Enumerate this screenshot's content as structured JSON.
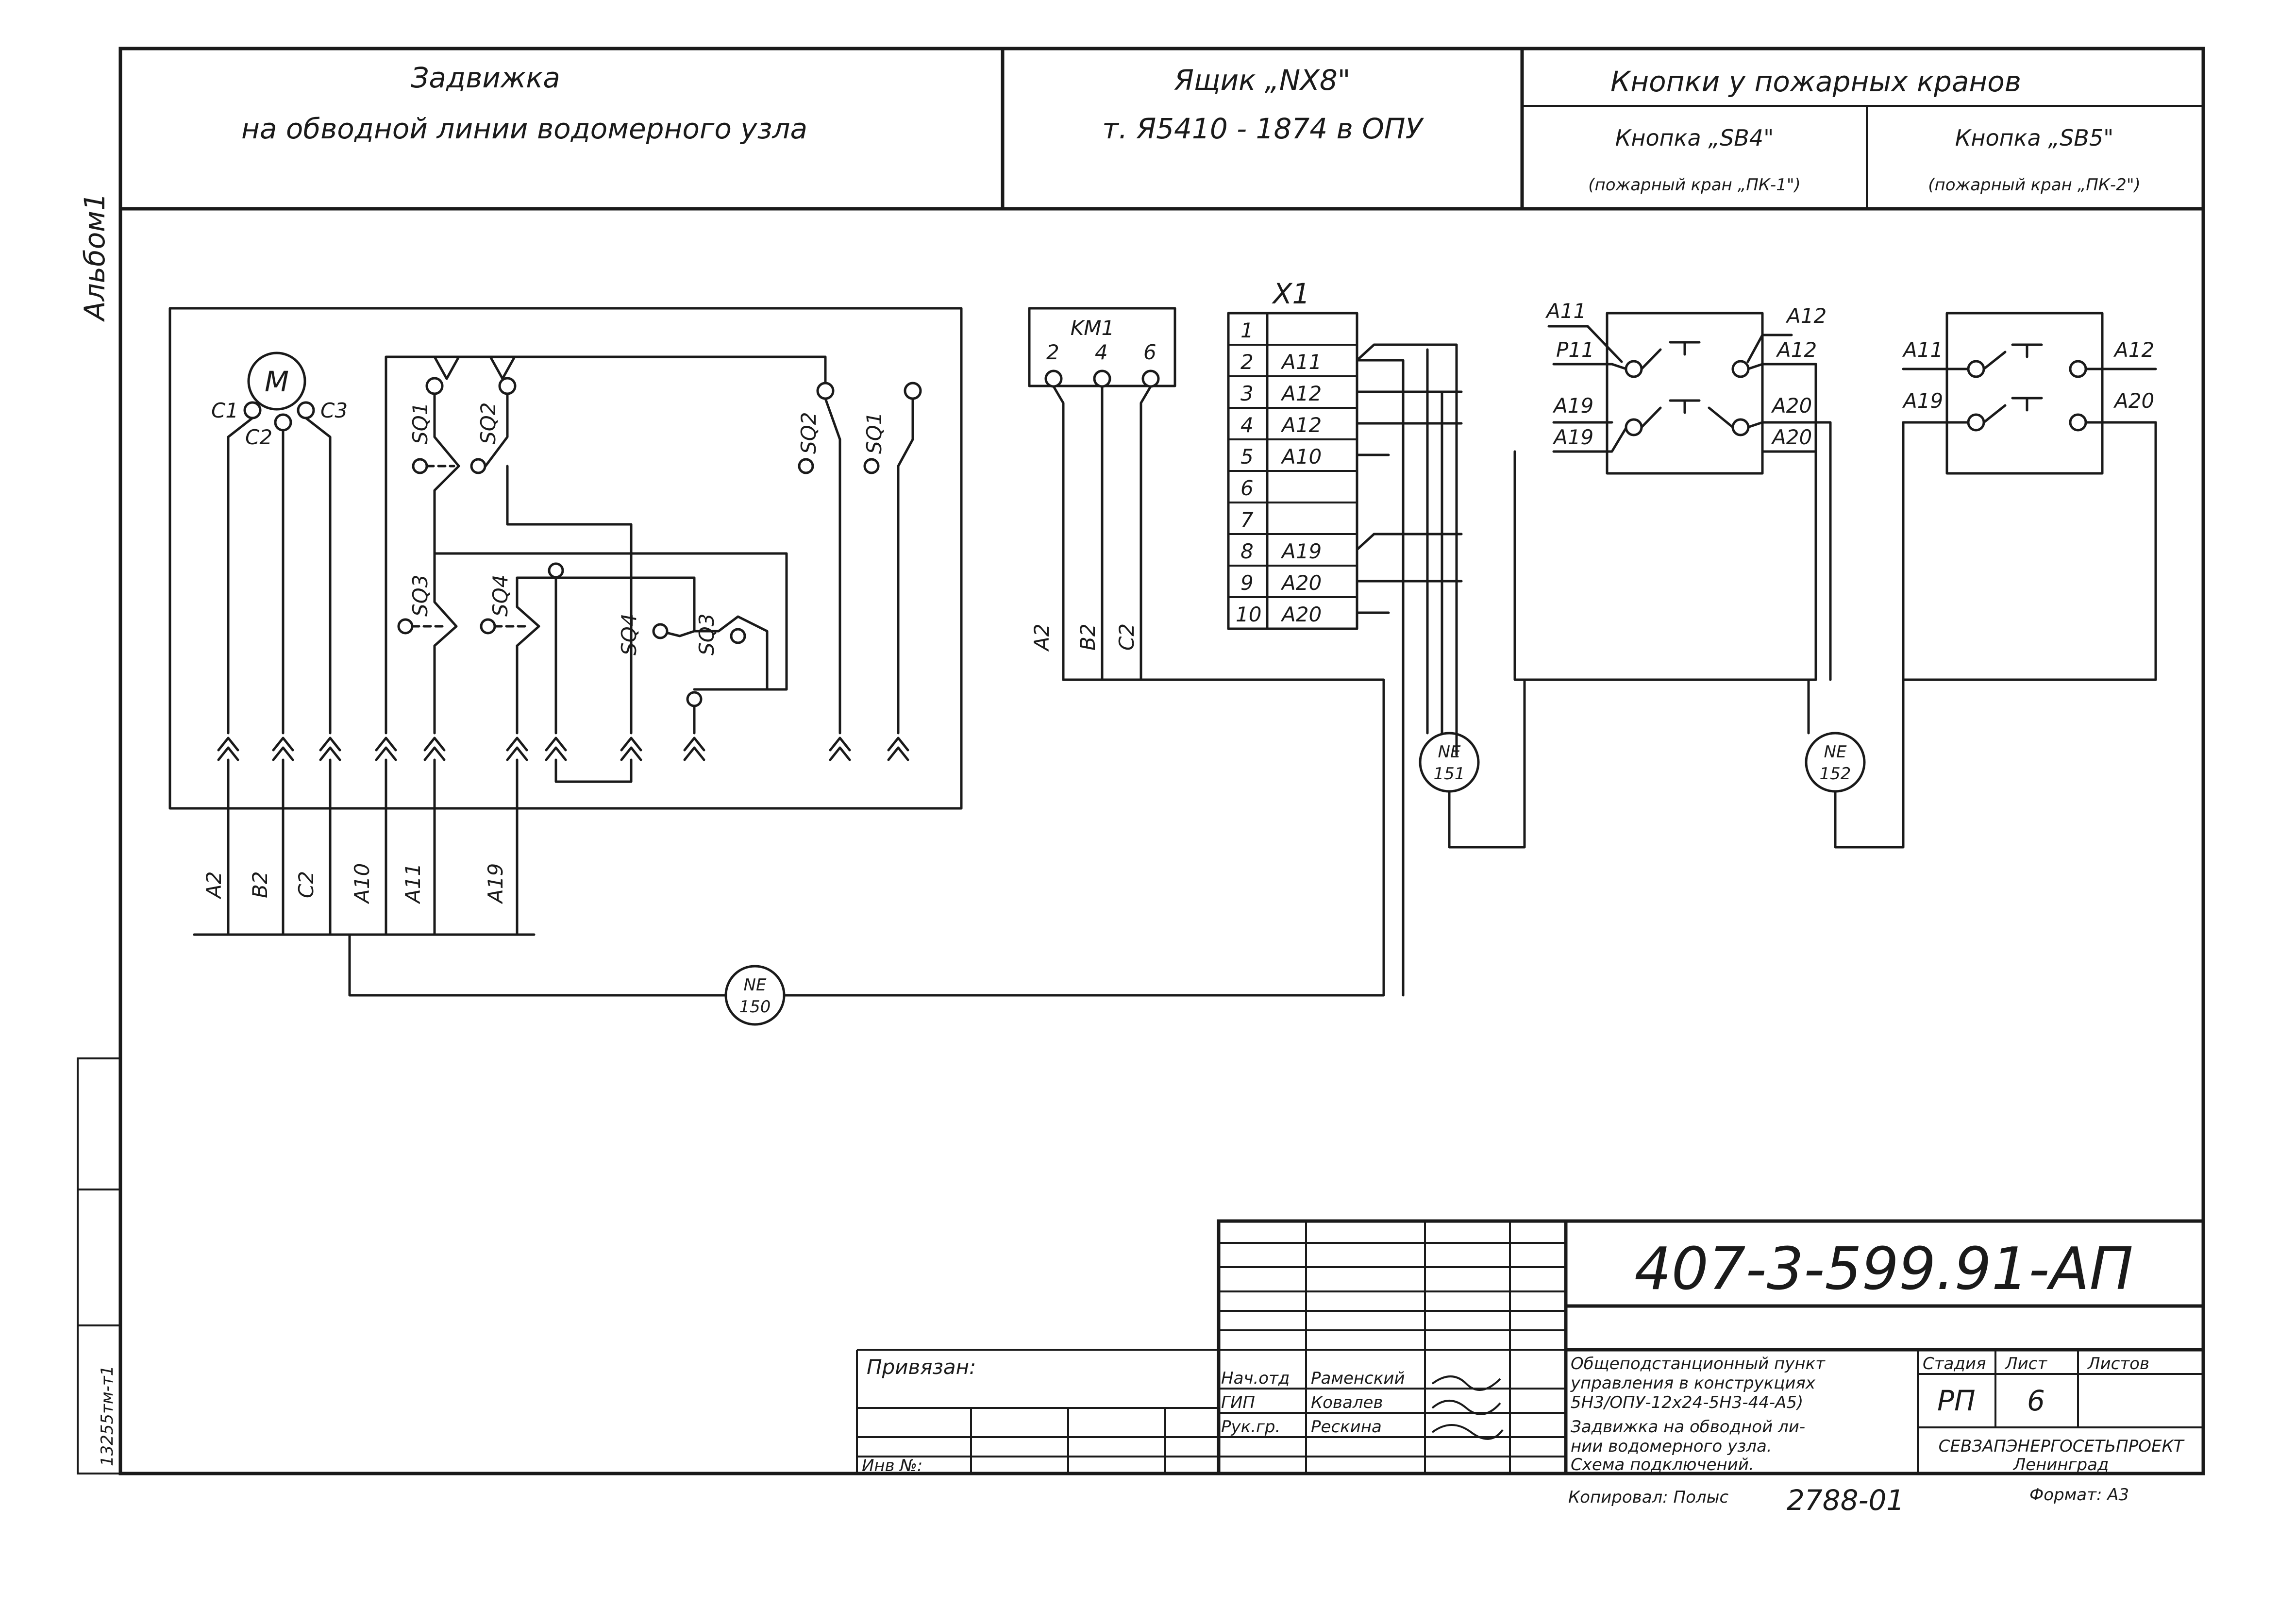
{
  "header": {
    "valve_title_1": "Задвижка",
    "valve_title_2": "на обводной линии водомерного узла",
    "box_title_1": "Ящик „NX8\"",
    "box_title_2": "т. Я5410 - 1874 в ОПУ",
    "buttons_title": "Кнопки у пожарных кранов",
    "button1_title_1": "Кнопка „SB4\"",
    "button1_title_2": "(пожарный кран „ПК-1\")",
    "button2_title_1": "Кнопка „SB5\"",
    "button2_title_2": "(пожарный кран „ПК-2\")"
  },
  "side_label": "Альбом1",
  "side_stamp": "13255тм-т1",
  "valve": {
    "motor": "M",
    "terminals": [
      "C1",
      "C2",
      "C3"
    ],
    "switches": [
      "SQ1",
      "SQ2",
      "SQ3",
      "SQ4"
    ],
    "wires": [
      "A2",
      "B2",
      "C2",
      "A10",
      "A11",
      "A19"
    ]
  },
  "km": {
    "title": "KM1",
    "terminals": [
      "2",
      "4",
      "6"
    ],
    "wires": [
      "A2",
      "B2",
      "C2"
    ]
  },
  "x1": {
    "title": "X1",
    "rows": [
      {
        "n": "1",
        "w": ""
      },
      {
        "n": "2",
        "w": "A11"
      },
      {
        "n": "3",
        "w": "A12"
      },
      {
        "n": "4",
        "w": "A12"
      },
      {
        "n": "5",
        "w": "A10"
      },
      {
        "n": "6",
        "w": ""
      },
      {
        "n": "7",
        "w": ""
      },
      {
        "n": "8",
        "w": "A19"
      },
      {
        "n": "9",
        "w": "A20"
      },
      {
        "n": "10",
        "w": "A20"
      }
    ]
  },
  "sb4": {
    "top": [
      "A11",
      "A12"
    ],
    "left": [
      "P11",
      "A19",
      "A19"
    ],
    "right": [
      "A12",
      "A20",
      "A20"
    ]
  },
  "sb5": {
    "left": [
      "A11",
      "A19"
    ],
    "right": [
      "A12",
      "A20"
    ]
  },
  "cables": [
    "NE 150",
    "NE 151",
    "NE 152"
  ],
  "title_block": {
    "code": "407-3-599.91-АП",
    "privyazan": "Привязан:",
    "inv_no": "Инв №:",
    "roles": [
      "Нач.отд",
      "ГИП",
      "Рук.гр."
    ],
    "names": [
      "Раменский",
      "Ковалев",
      "Рескина"
    ],
    "desc_1": "Общеподстанционный пункт",
    "desc_2": "управления в конструкциях",
    "desc_3": "5Н3/ОПУ-12х24-5Н3-44-А5)",
    "desc_4": "Задвижка на обводной ли-",
    "desc_5": "нии водомерного узла.",
    "desc_6": "Схема подключений.",
    "stage_h": "Стадия",
    "sheet_h": "Лист",
    "sheets_h": "Листов",
    "stage": "РП",
    "sheet": "6",
    "org_1": "СЕВЗАПЭНЕРГОСЕТЬПРОЕКТ",
    "org_2": "Ленинград",
    "copied": "Копировал: Полыс",
    "number": "2788-01",
    "format": "Формат: А3"
  }
}
